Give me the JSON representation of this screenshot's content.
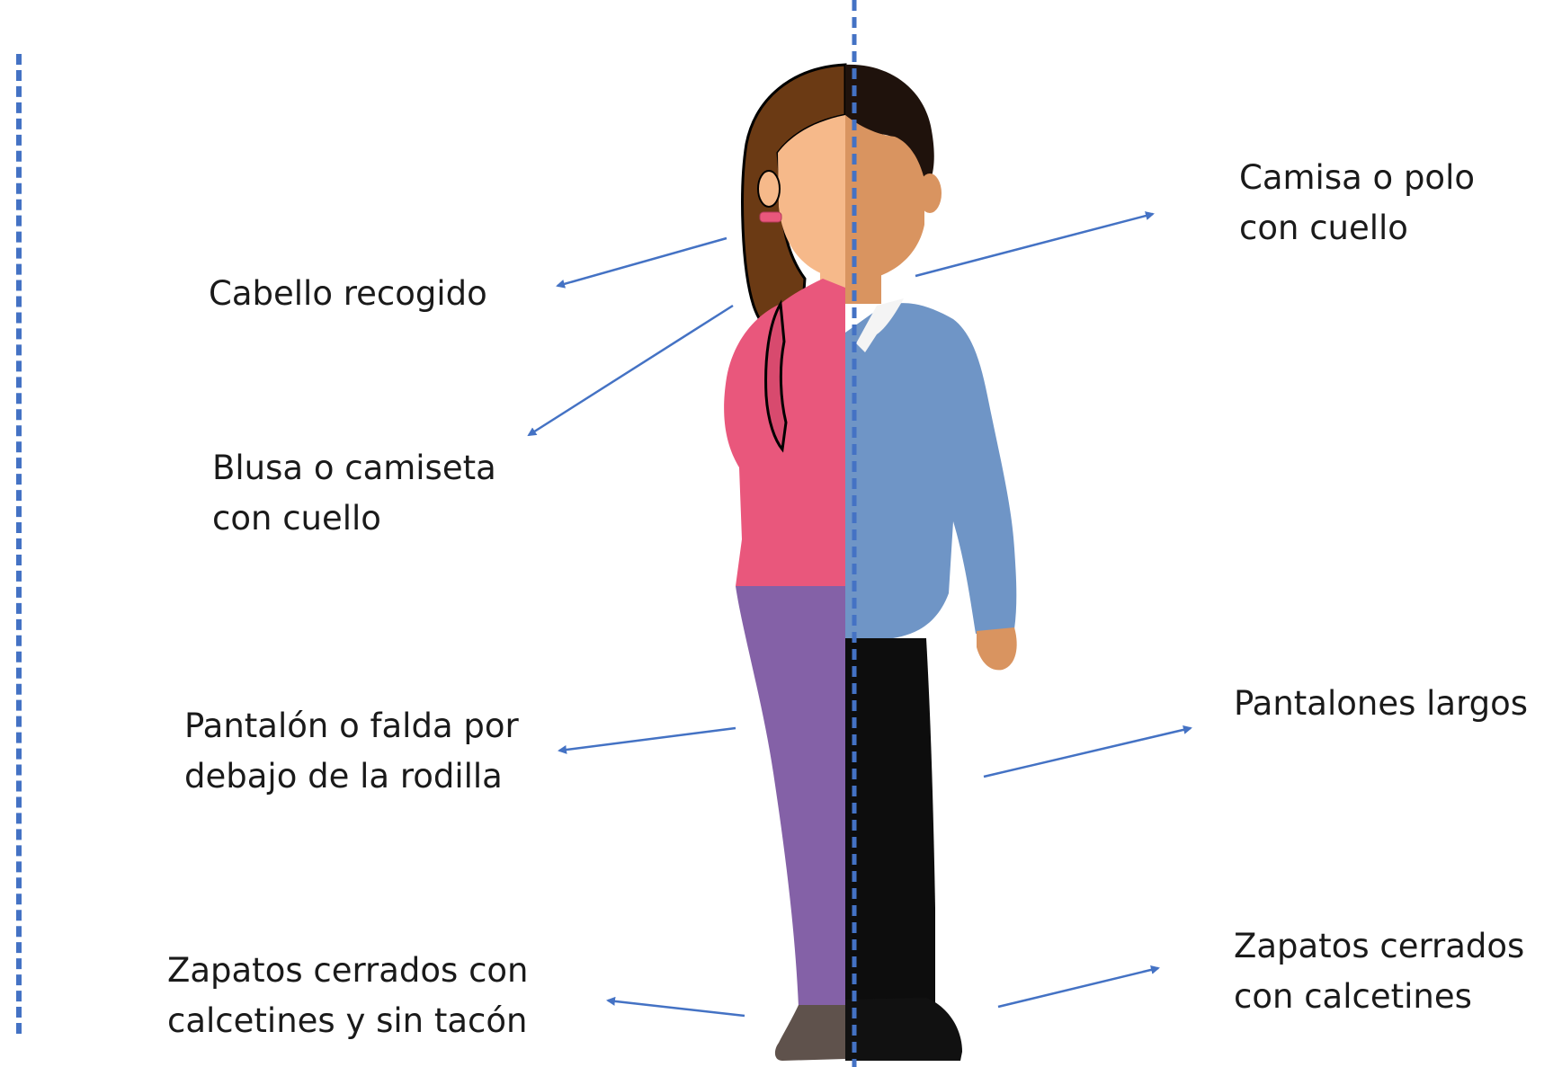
{
  "labels": {
    "hair": "Cabello recogido",
    "blouse_line1": "Blusa o camiseta",
    "blouse_line2": "con cuello",
    "pants_f_line1": "Pantalón o falda por",
    "pants_f_line2": "debajo de la rodilla",
    "shoes_f_line1": "Zapatos cerrados con",
    "shoes_f_line2": "calcetines  y sin tacón",
    "shirt_line1": "Camisa o polo",
    "shirt_line2": "con cuello",
    "pants_m": "Pantalones largos",
    "shoes_m_line1": "Zapatos cerrados",
    "shoes_m_line2": "con calcetines"
  },
  "colors": {
    "accent": "#4472c4",
    "female_hair": "#6b3a14",
    "female_skin": "#f6b98a",
    "female_blouse": "#e9577c",
    "female_pants": "#8461a7",
    "female_shoe": "#5f524c",
    "male_hair": "#1f120c",
    "male_skin": "#d99460",
    "male_shirt": "#6f95c6",
    "male_collar": "#f4f4f4",
    "male_pants": "#0d0d0d"
  }
}
